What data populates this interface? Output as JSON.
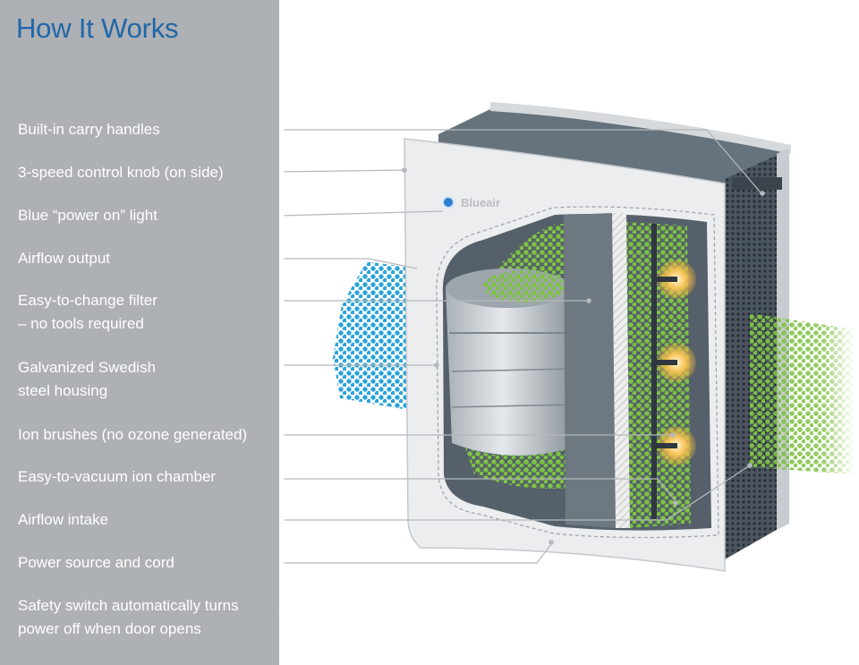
{
  "title": "How It Works",
  "brand": "Blueair",
  "labels": [
    {
      "id": "carry-handles",
      "lines": [
        "Built-in carry handles"
      ]
    },
    {
      "id": "control-knob",
      "lines": [
        "3-speed control knob (on side)"
      ]
    },
    {
      "id": "power-light",
      "lines": [
        "Blue “power on” light"
      ]
    },
    {
      "id": "airflow-output",
      "lines": [
        "Airflow output"
      ]
    },
    {
      "id": "filter",
      "lines": [
        "Easy-to-change filter",
        "– no tools required"
      ]
    },
    {
      "id": "steel-housing",
      "lines": [
        "Galvanized Swedish",
        "steel housing"
      ]
    },
    {
      "id": "ion-brushes",
      "lines": [
        "Ion brushes (no ozone generated)"
      ]
    },
    {
      "id": "ion-chamber",
      "lines": [
        "Easy-to-vacuum ion chamber"
      ]
    },
    {
      "id": "airflow-intake",
      "lines": [
        "Airflow intake"
      ]
    },
    {
      "id": "power-source",
      "lines": [
        "Power source and cord"
      ]
    },
    {
      "id": "safety-switch",
      "lines": [
        "Safety switch automatically turns",
        "power off when door opens"
      ]
    }
  ],
  "colors": {
    "sidebar": "#adb0b4",
    "title": "#1f67a8",
    "label_text": "#ffffff",
    "leader_line": "#b5b8bc",
    "outflow_dots": "#2ba3d9",
    "intake_dots": "#7dc242",
    "brush_glow": "#f2b134"
  }
}
